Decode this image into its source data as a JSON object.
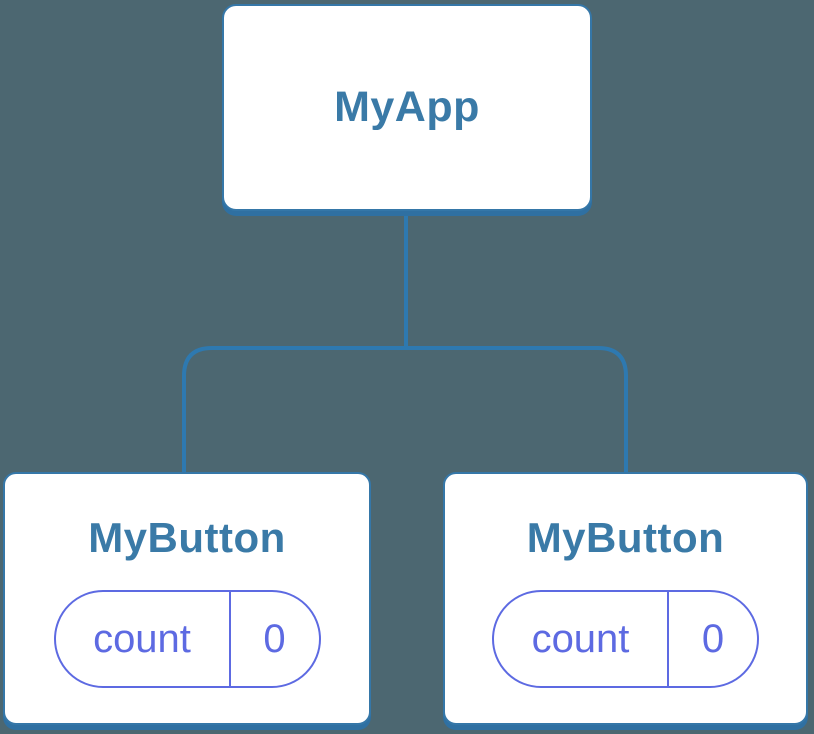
{
  "colors": {
    "background": "#4C6771",
    "box_fill": "#FFFFFF",
    "box_border": "#3577A8",
    "box_bottom_shadow": "#2F70A2",
    "title_text": "#3A7AA7",
    "connector_line": "#2E79B0",
    "state_accent": "#5D6AE2"
  },
  "tree": {
    "root": {
      "label": "MyApp"
    },
    "children": [
      {
        "label": "MyButton",
        "state": {
          "name": "count",
          "value": "0"
        }
      },
      {
        "label": "MyButton",
        "state": {
          "name": "count",
          "value": "0"
        }
      }
    ]
  }
}
